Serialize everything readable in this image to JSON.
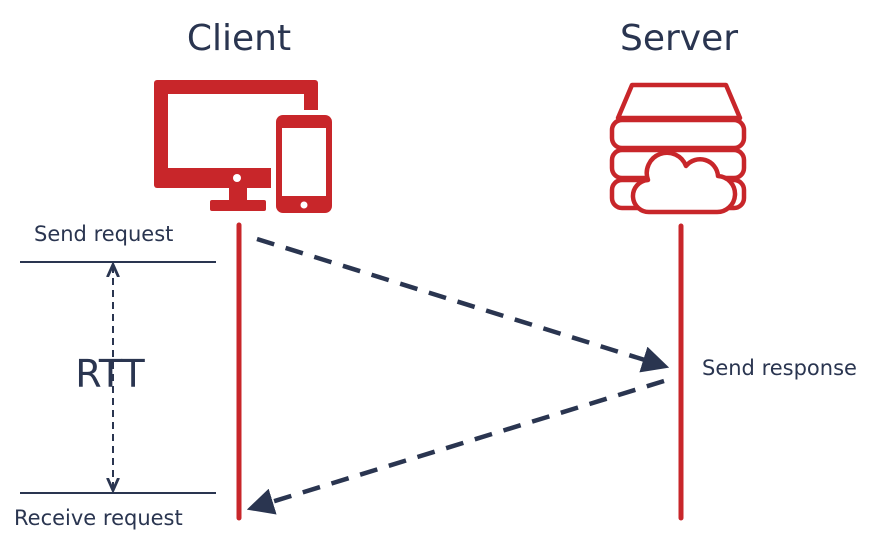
{
  "client": {
    "title": "Client"
  },
  "server": {
    "title": "Server"
  },
  "labels": {
    "send_request": "Send request",
    "send_response": "Send response",
    "receive_request": "Receive request",
    "rtt": "RTT"
  },
  "icons": {
    "client": [
      "monitor-icon",
      "smartphone-icon"
    ],
    "server": "cloud-server-icon"
  },
  "colors": {
    "accent": "#c8262a",
    "ink": "#2a3550"
  }
}
